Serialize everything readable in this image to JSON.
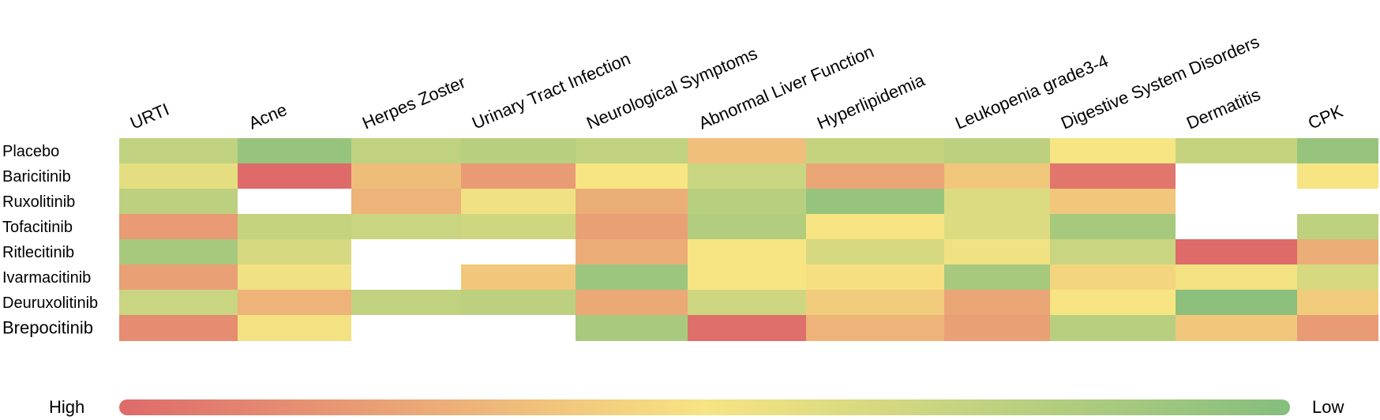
{
  "chart_data": {
    "type": "heatmap",
    "x_categories": [
      "URTI",
      "Acne",
      "Herpes Zoster",
      "Urinary Tract Infection",
      "Neurological Symptoms",
      "Abnormal Liver Function",
      "Hyperlipidemia",
      "Leukopenia grade3-4",
      "Digestive System Disorders",
      "Dermatitis",
      "CPK"
    ],
    "y_categories": [
      "Placebo",
      "Baricitinib",
      "Ruxolitinib",
      "Tofacitinib",
      "Ritlecitinib",
      "Ivarmacitinib",
      "Deuruxolitinib",
      "Brepocitinib"
    ],
    "scale_note": "0 = High (red), 1 = Low (green); null = no data",
    "values": [
      [
        0.74,
        0.92,
        0.74,
        0.78,
        0.74,
        0.35,
        0.72,
        0.76,
        0.5,
        0.72,
        0.92
      ],
      [
        0.58,
        0.0,
        0.34,
        0.2,
        0.5,
        0.7,
        0.24,
        0.38,
        0.05,
        null,
        0.5
      ],
      [
        0.76,
        null,
        0.3,
        0.53,
        0.28,
        0.78,
        0.92,
        0.62,
        0.38,
        null,
        null
      ],
      [
        0.2,
        0.72,
        0.7,
        0.68,
        0.22,
        0.8,
        0.5,
        0.62,
        0.85,
        null,
        0.75
      ],
      [
        0.85,
        0.64,
        null,
        null,
        0.27,
        0.5,
        0.64,
        0.53,
        0.7,
        0.0,
        0.28
      ],
      [
        0.22,
        0.53,
        null,
        0.38,
        0.9,
        0.5,
        0.48,
        0.85,
        0.44,
        0.52,
        0.64
      ],
      [
        0.7,
        0.3,
        0.74,
        0.76,
        0.26,
        0.68,
        0.4,
        0.24,
        0.5,
        0.97,
        0.4
      ],
      [
        0.14,
        0.52,
        null,
        null,
        0.84,
        0.02,
        0.3,
        0.22,
        0.78,
        0.38,
        0.2
      ]
    ],
    "legend": {
      "high_label": "High",
      "low_label": "Low",
      "colors": [
        "#DE6A6A",
        "#F7E482",
        "#85BE7C"
      ]
    }
  }
}
